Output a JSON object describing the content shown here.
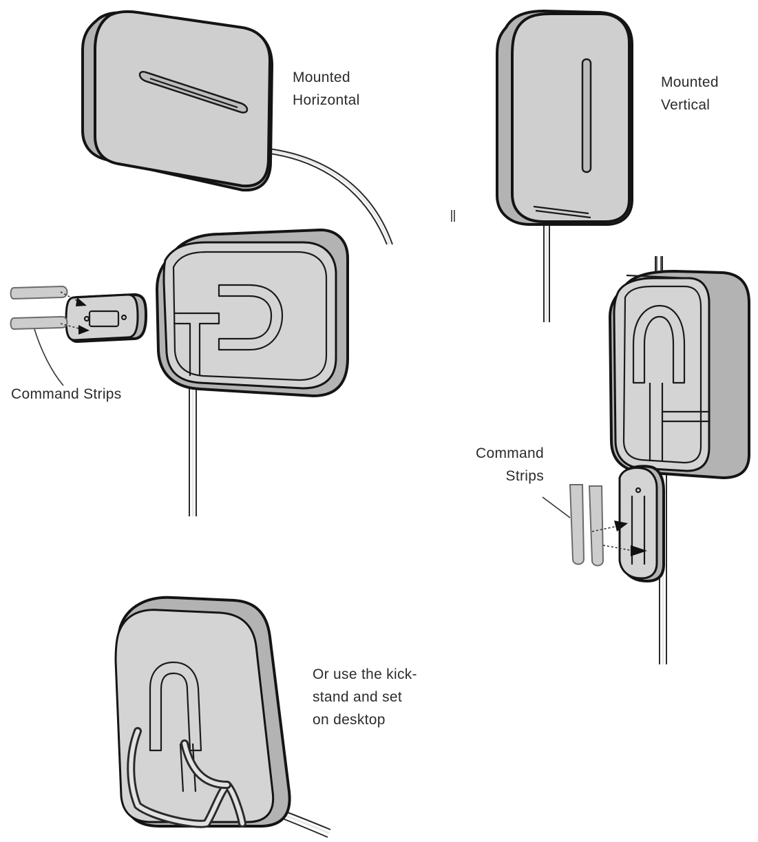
{
  "labels": {
    "mounted_horizontal": [
      "Mounted",
      "Horizontal"
    ],
    "mounted_vertical": [
      "Mounted",
      "Vertical"
    ],
    "command_strips_left": "Command Strips",
    "command_strips_right": [
      "Command",
      "Strips"
    ],
    "kickstand": [
      "Or use the kick-",
      "stand and set",
      "on desktop"
    ]
  },
  "colors": {
    "device_fill": "#cfcfcf",
    "outline": "#141414",
    "text": "#2b2b2b",
    "background": "#ffffff"
  }
}
